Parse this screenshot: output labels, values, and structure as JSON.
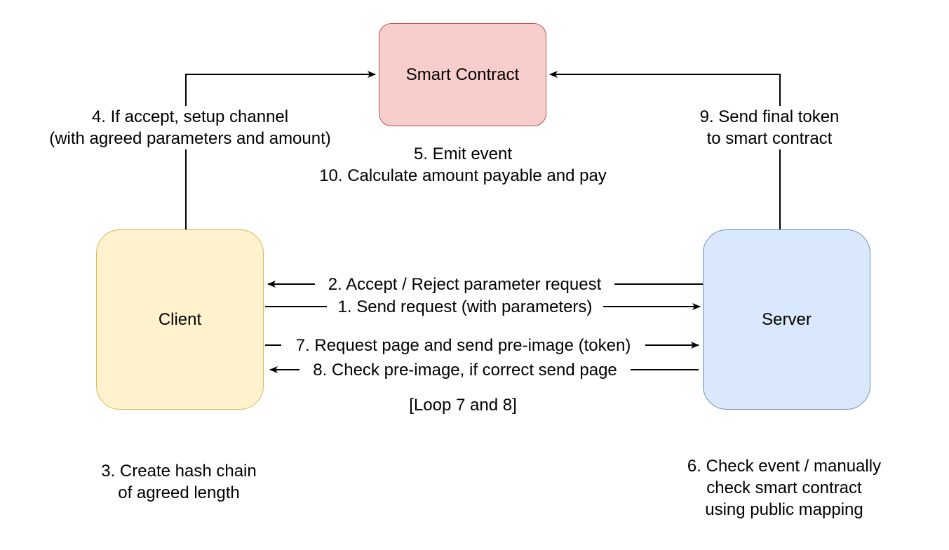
{
  "colors": {
    "contract_fill": "#f8cecc",
    "contract_stroke": "#b85450",
    "client_fill": "#fff2cc",
    "client_stroke": "#d6b656",
    "server_fill": "#dae8fc",
    "server_stroke": "#6c8ebf",
    "edge": "#000000"
  },
  "nodes": {
    "smart_contract": "Smart Contract",
    "client": "Client",
    "server": "Server"
  },
  "edges": {
    "setup_channel": {
      "line1": "4. If accept, setup channel",
      "line2": "(with agreed parameters and amount)"
    },
    "send_final_token": {
      "line1": "9. Send final token",
      "line2": "to smart contract"
    },
    "accept_reject": "2. Accept / Reject parameter request",
    "send_request": "1. Send request (with parameters)",
    "request_page": "7. Request page and send pre-image (token)",
    "check_preimage": "8. Check pre-image, if correct send page"
  },
  "notes": {
    "contract": {
      "line1": "5. Emit event",
      "line2": "10. Calculate amount payable and pay"
    },
    "loop": "[Loop 7 and 8]",
    "client": {
      "line1": "3. Create hash chain",
      "line2": "of agreed length"
    },
    "server": {
      "line1": "6. Check event / manually",
      "line2": "check smart contract",
      "line3": "using public mapping"
    }
  }
}
